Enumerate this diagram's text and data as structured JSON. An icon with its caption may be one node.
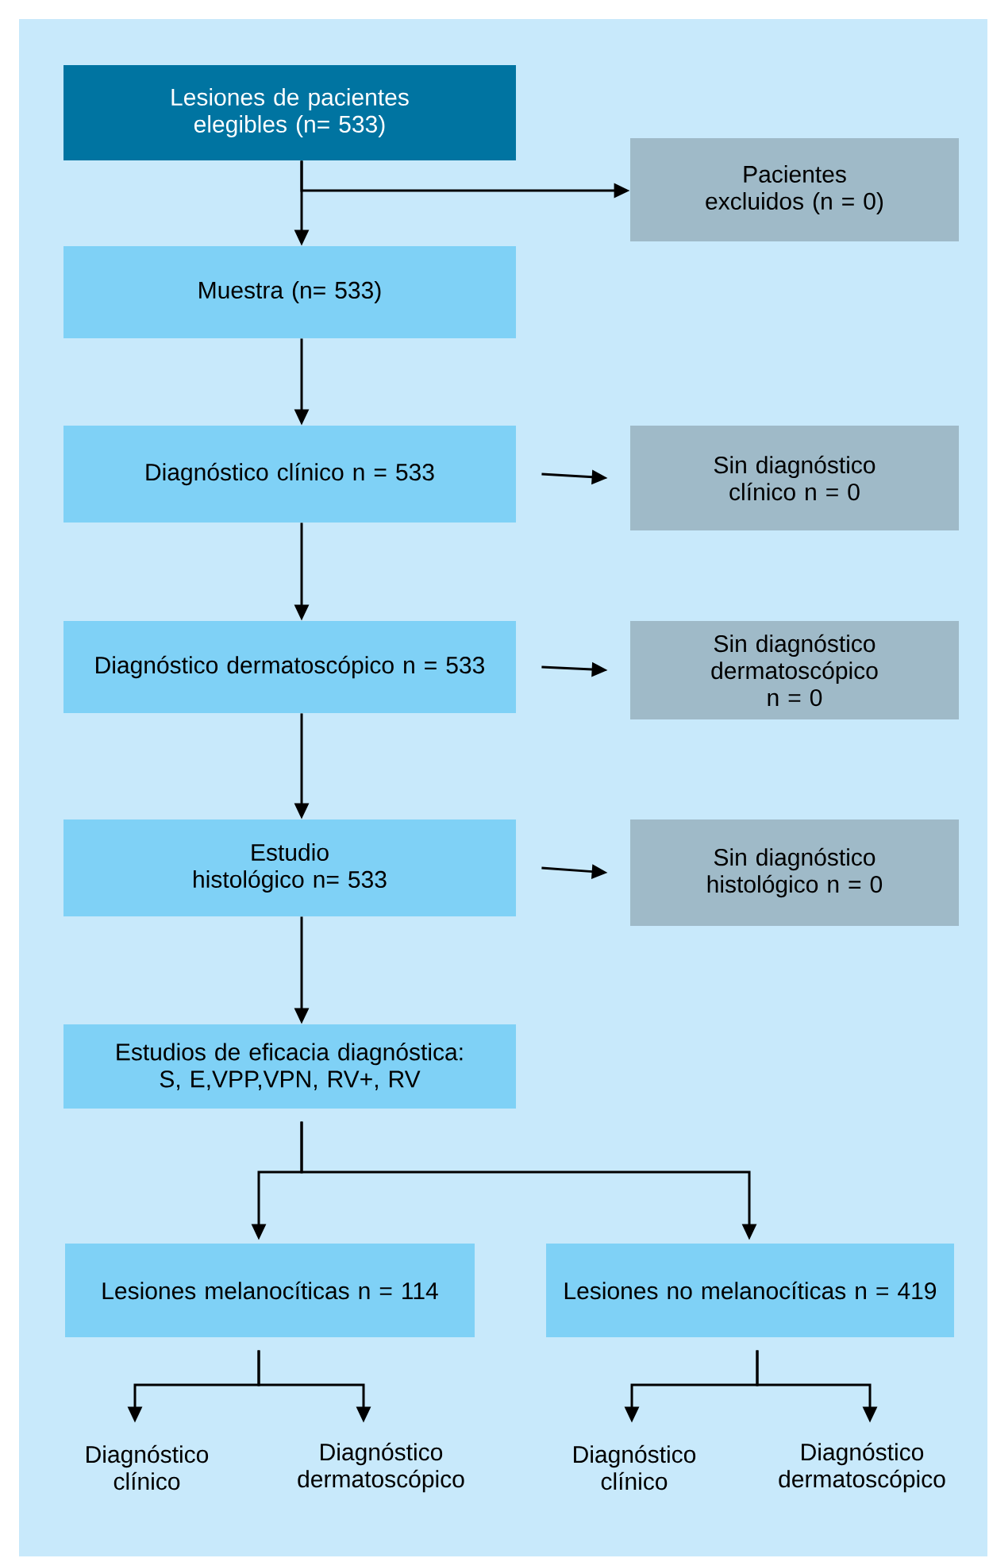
{
  "diagram": {
    "nodes": [
      {
        "text": [
          "Lesiones de pacientes elegibles (n= 533)"
        ]
      },
      {
        "text": [
          "Pacientes excluidos (n = 0)"
        ]
      },
      {
        "text": [
          "Muestra (n= 533)"
        ]
      },
      {
        "text": [
          "Diagnóstico clínico n = 533"
        ]
      },
      {
        "text": [
          "Sin diagnóstico clínico n = 0"
        ]
      },
      {
        "text": [
          "Diagnóstico dermatoscópico n = 533"
        ]
      },
      {
        "text": [
          "Sin diagnóstico dermatoscópico n = 0"
        ]
      },
      {
        "text": [
          "Estudio histológico n= 533"
        ]
      },
      {
        "text": [
          "Sin diagnóstico histológico n = 0"
        ]
      },
      {
        "text": [
          "Estudios de eficacia diagnóstica: S, E,VPP,VPN, RV+, RV"
        ]
      },
      {
        "text": [
          "Lesiones melanocíticas n = 114"
        ]
      },
      {
        "text": [
          "Lesiones no melanocíticas n = 419"
        ]
      },
      {
        "text": [
          "Diagnóstico clínico"
        ]
      },
      {
        "text": [
          "Diagnóstico dermatoscópico"
        ]
      },
      {
        "text": [
          "Diagnóstico clínico"
        ]
      },
      {
        "text": [
          "Diagnóstico dermatoscópico"
        ]
      }
    ],
    "edges": [
      {
        "from": 0,
        "to": 2,
        "arrow": "to"
      },
      {
        "from": 0,
        "to": 1,
        "arrow": "to"
      },
      {
        "from": 2,
        "to": 3,
        "arrow": "to"
      },
      {
        "from": 3,
        "to": 4,
        "arrow": "to"
      },
      {
        "from": 3,
        "to": 5,
        "arrow": "to"
      },
      {
        "from": 5,
        "to": 6,
        "arrow": "to"
      },
      {
        "from": 5,
        "to": 7,
        "arrow": "to"
      },
      {
        "from": 7,
        "to": 8,
        "arrow": "to"
      },
      {
        "from": 7,
        "to": 9,
        "arrow": "to"
      },
      {
        "from": 9,
        "to": 10,
        "arrow": "to"
      },
      {
        "from": 9,
        "to": 11,
        "arrow": "to"
      },
      {
        "from": 10,
        "to": 12,
        "arrow": "to"
      },
      {
        "from": 10,
        "to": 13,
        "arrow": "to"
      },
      {
        "from": 11,
        "to": 14,
        "arrow": "to"
      },
      {
        "from": 11,
        "to": 15,
        "arrow": "to"
      }
    ]
  }
}
